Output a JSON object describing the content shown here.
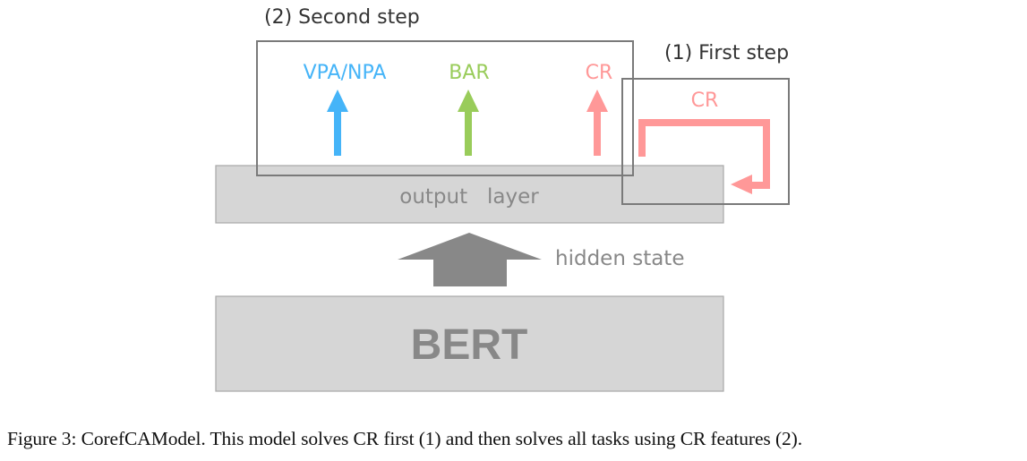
{
  "diagram": {
    "second_step_label": "(2) Second step",
    "first_step_label": "(1) First step",
    "outputs": {
      "vpa_npa": {
        "label": "VPA/NPA",
        "color": "#45b4f8"
      },
      "bar": {
        "label": "BAR",
        "color": "#99cc5a"
      },
      "cr": {
        "label": "CR",
        "color": "#ff9898"
      }
    },
    "first_step_cr_label": "CR",
    "output_layer_label": "output   layer",
    "hidden_state_label": "hidden state",
    "bert_label": "BERT",
    "colors": {
      "box_fill": "#d6d6d6",
      "box_stroke": "#a8a8a8",
      "frame_stroke": "#7a7a7a",
      "text_gray": "#888888",
      "heading": "#333333"
    }
  },
  "caption": "Figure 3: CorefCAModel. This model solves CR first (1) and then solves all tasks using CR features (2)."
}
